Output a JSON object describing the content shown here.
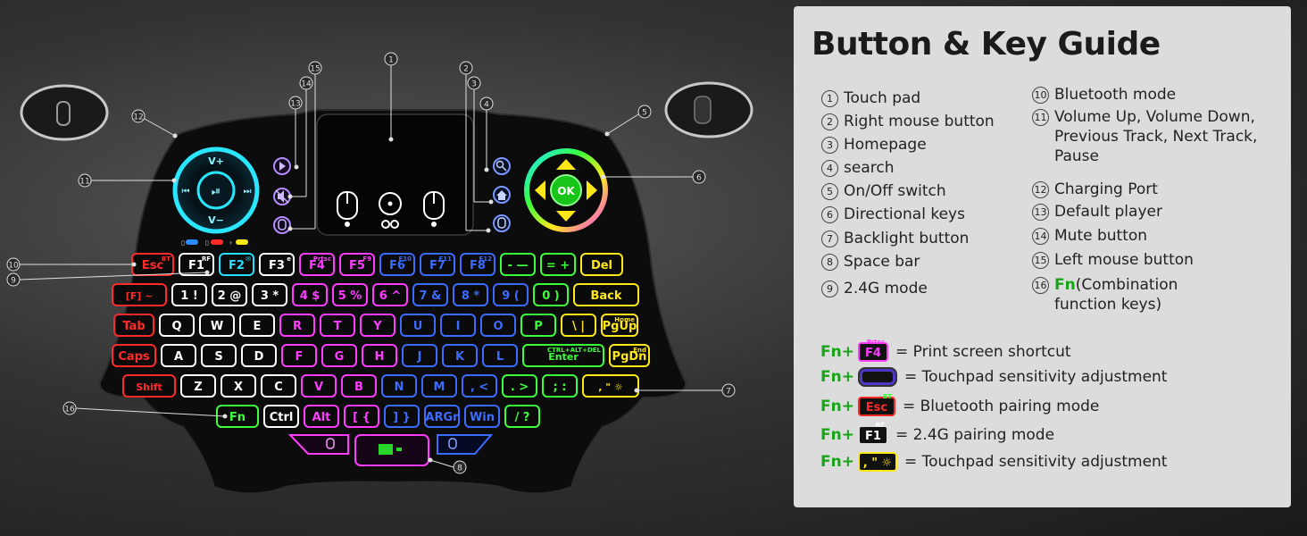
{
  "guide": {
    "title": "Button & Key Guide",
    "items": [
      {
        "num": "①",
        "text": "Touch pad"
      },
      {
        "num": "②",
        "text": "Right mouse button"
      },
      {
        "num": "③",
        "text": "Homepage"
      },
      {
        "num": "④",
        "text": "search"
      },
      {
        "num": "⑤",
        "text": "On/Off switch"
      },
      {
        "num": "⑥",
        "text": "Directional keys"
      },
      {
        "num": "⑦",
        "text": "Backlight button"
      },
      {
        "num": "⑧",
        "text": "Space bar"
      },
      {
        "num": "⑨",
        "text": "2.4G mode"
      },
      {
        "num": "⑩",
        "text": "Bluetooth mode"
      },
      {
        "num": "⑪",
        "text": "Volume Up, Volume Down, Previous Track, Next Track, Pause"
      },
      {
        "num": "⑫",
        "text": "Charging Port"
      },
      {
        "num": "⑬",
        "text": "Default player"
      },
      {
        "num": "⑭",
        "text": "Mute button"
      },
      {
        "num": "⑮",
        "text": "Left mouse button"
      },
      {
        "num": "⑯",
        "fn": "Fn",
        "text": "(Combination function keys)"
      }
    ],
    "combos": [
      {
        "fn": "Fn+",
        "key": "F4",
        "sup": "Prtsc",
        "text": "= Print screen shortcut"
      },
      {
        "fn": "Fn+",
        "key": "",
        "sup": "",
        "text": "= Touchpad sensitivity adjustment"
      },
      {
        "fn": "Fn+",
        "key": "Esc",
        "sup": "BT",
        "text": "= Bluetooth pairing mode"
      },
      {
        "fn": "Fn+",
        "key": "F1",
        "sup": "RF",
        "text": "= 2.4G pairing mode"
      },
      {
        "fn": "Fn+",
        "key": ", \" ☼",
        "sup": "",
        "text": "= Touchpad sensitivity adjustment"
      }
    ]
  },
  "colors": {
    "panel": "#dcdcdc",
    "fn_green": "#19a319",
    "red": "#ff2a2a",
    "white": "#ffffff",
    "cyan": "#27e0ff",
    "magenta": "#ff3cff",
    "blue": "#3a6cff",
    "green": "#3cff3c",
    "yellow": "#ffe81a"
  },
  "keyboard": {
    "callouts": [
      "①",
      "②",
      "③",
      "④",
      "⑤",
      "⑥",
      "⑦",
      "⑧",
      "⑨",
      "⑩",
      "⑪",
      "⑫",
      "⑬",
      "⑭",
      "⑮",
      "⑯"
    ],
    "volume_wheel": {
      "up": "V+",
      "down": "V−",
      "prev": "⏮",
      "next": "⏭",
      "play": "⏯"
    },
    "dpad": {
      "ok": "OK"
    },
    "rows": [
      [
        {
          "k": "Esc",
          "s": "BT",
          "c": "red"
        },
        {
          "k": "F1",
          "s": "RF",
          "c": "white"
        },
        {
          "k": "F2",
          "s": "✉",
          "c": "cyan"
        },
        {
          "k": "F3",
          "s": "e",
          "c": "white"
        },
        {
          "k": "F4",
          "s": "Prtsc",
          "c": "magenta"
        },
        {
          "k": "F5",
          "s": "F9",
          "c": "magenta"
        },
        {
          "k": "F6",
          "s": "F10",
          "c": "blue"
        },
        {
          "k": "F7",
          "s": "F11",
          "c": "blue"
        },
        {
          "k": "F8",
          "s": "F12",
          "c": "blue"
        },
        {
          "k": "-  —",
          "s": "",
          "c": "green"
        },
        {
          "k": "=  +",
          "s": "",
          "c": "green"
        },
        {
          "k": "Del",
          "s": "",
          "c": "yellow"
        }
      ],
      [
        {
          "k": "[F] ~",
          "s": "",
          "c": "red"
        },
        {
          "k": "1 !",
          "s": "",
          "c": "white"
        },
        {
          "k": "2 @",
          "s": "",
          "c": "white"
        },
        {
          "k": "3 *",
          "s": "",
          "c": "white"
        },
        {
          "k": "4 $",
          "s": "",
          "c": "magenta"
        },
        {
          "k": "5 %",
          "s": "",
          "c": "magenta"
        },
        {
          "k": "6 ^",
          "s": "",
          "c": "magenta"
        },
        {
          "k": "7 &",
          "s": "",
          "c": "blue"
        },
        {
          "k": "8 *",
          "s": "",
          "c": "blue"
        },
        {
          "k": "9 (",
          "s": "",
          "c": "blue"
        },
        {
          "k": "0 )",
          "s": "",
          "c": "green"
        },
        {
          "k": "Back",
          "s": "",
          "c": "yellow"
        }
      ],
      [
        {
          "k": "Tab",
          "s": "",
          "c": "red"
        },
        {
          "k": "Q",
          "s": "",
          "c": "white"
        },
        {
          "k": "W",
          "s": "",
          "c": "white"
        },
        {
          "k": "E",
          "s": "",
          "c": "white"
        },
        {
          "k": "R",
          "s": "",
          "c": "magenta"
        },
        {
          "k": "T",
          "s": "",
          "c": "magenta"
        },
        {
          "k": "Y",
          "s": "",
          "c": "magenta"
        },
        {
          "k": "U",
          "s": "",
          "c": "blue"
        },
        {
          "k": "I",
          "s": "",
          "c": "blue"
        },
        {
          "k": "O",
          "s": "",
          "c": "blue"
        },
        {
          "k": "P",
          "s": "",
          "c": "green"
        },
        {
          "k": "\\ |",
          "s": "",
          "c": "yellow"
        },
        {
          "k": "PgUp",
          "s": "Home",
          "c": "yellow"
        }
      ],
      [
        {
          "k": "Caps",
          "s": "",
          "c": "red"
        },
        {
          "k": "A",
          "s": "",
          "c": "white"
        },
        {
          "k": "S",
          "s": "",
          "c": "white"
        },
        {
          "k": "D",
          "s": "",
          "c": "white"
        },
        {
          "k": "F",
          "s": "",
          "c": "magenta"
        },
        {
          "k": "G",
          "s": "",
          "c": "magenta"
        },
        {
          "k": "H",
          "s": "",
          "c": "magenta"
        },
        {
          "k": "J",
          "s": "",
          "c": "blue"
        },
        {
          "k": "K",
          "s": "",
          "c": "blue"
        },
        {
          "k": "L",
          "s": "",
          "c": "blue"
        },
        {
          "k": "Enter",
          "s": "CTRL+ALT+DEL",
          "c": "green"
        },
        {
          "k": "PgDn",
          "s": "End",
          "c": "yellow"
        }
      ],
      [
        {
          "k": "Shift",
          "s": "",
          "c": "red"
        },
        {
          "k": "Z",
          "s": "",
          "c": "white"
        },
        {
          "k": "X",
          "s": "",
          "c": "white"
        },
        {
          "k": "C",
          "s": "",
          "c": "white"
        },
        {
          "k": "V",
          "s": "",
          "c": "magenta"
        },
        {
          "k": "B",
          "s": "",
          "c": "magenta"
        },
        {
          "k": "N",
          "s": "",
          "c": "blue"
        },
        {
          "k": "M",
          "s": "",
          "c": "blue"
        },
        {
          "k": ", <",
          "s": "",
          "c": "blue"
        },
        {
          "k": ". >",
          "s": "",
          "c": "green"
        },
        {
          "k": "; :",
          "s": "",
          "c": "green"
        },
        {
          "k": ", \" ☼",
          "s": "",
          "c": "yellow"
        }
      ],
      [
        {
          "k": "Fn",
          "s": "",
          "c": "green"
        },
        {
          "k": "Ctrl",
          "s": "",
          "c": "white"
        },
        {
          "k": "Alt",
          "s": "",
          "c": "magenta"
        },
        {
          "k": "[ {",
          "s": "",
          "c": "magenta"
        },
        {
          "k": "] }",
          "s": "",
          "c": "blue"
        },
        {
          "k": "ARGr",
          "s": "",
          "c": "blue"
        },
        {
          "k": "Win",
          "s": "",
          "c": "blue"
        },
        {
          "k": "/ ?",
          "s": "",
          "c": "green"
        }
      ]
    ]
  }
}
